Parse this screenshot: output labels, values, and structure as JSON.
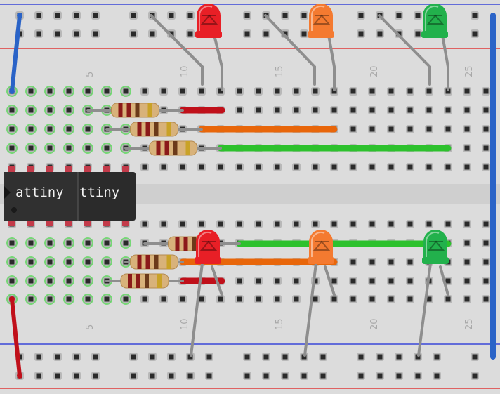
{
  "breadboard": {
    "column_labels": [
      "5",
      "10",
      "15",
      "20",
      "25"
    ],
    "rail_colors": {
      "negative": "#2b3fd6",
      "positive": "#d62020"
    }
  },
  "chip": {
    "label_left": "attiny",
    "label_right": "ttiny",
    "body_color": "#2b2b2b"
  },
  "leds": [
    {
      "name": "red",
      "color": "#e81f26"
    },
    {
      "name": "orange",
      "color": "#f47a30"
    },
    {
      "name": "green",
      "color": "#22b14c"
    },
    {
      "name": "red",
      "color": "#e81f26"
    },
    {
      "name": "orange",
      "color": "#f47a30"
    },
    {
      "name": "green",
      "color": "#22b14c"
    }
  ],
  "wires": [
    {
      "name": "blue-jumper",
      "color": "#2a63c7"
    },
    {
      "name": "red-jumper",
      "color": "#c0101a"
    },
    {
      "name": "red-signal",
      "color": "#c0101a"
    },
    {
      "name": "orange-signal",
      "color": "#e8660a"
    },
    {
      "name": "green-signal",
      "color": "#2dc12d"
    },
    {
      "name": "blue-rail-wire",
      "color": "#2a63c7"
    }
  ]
}
